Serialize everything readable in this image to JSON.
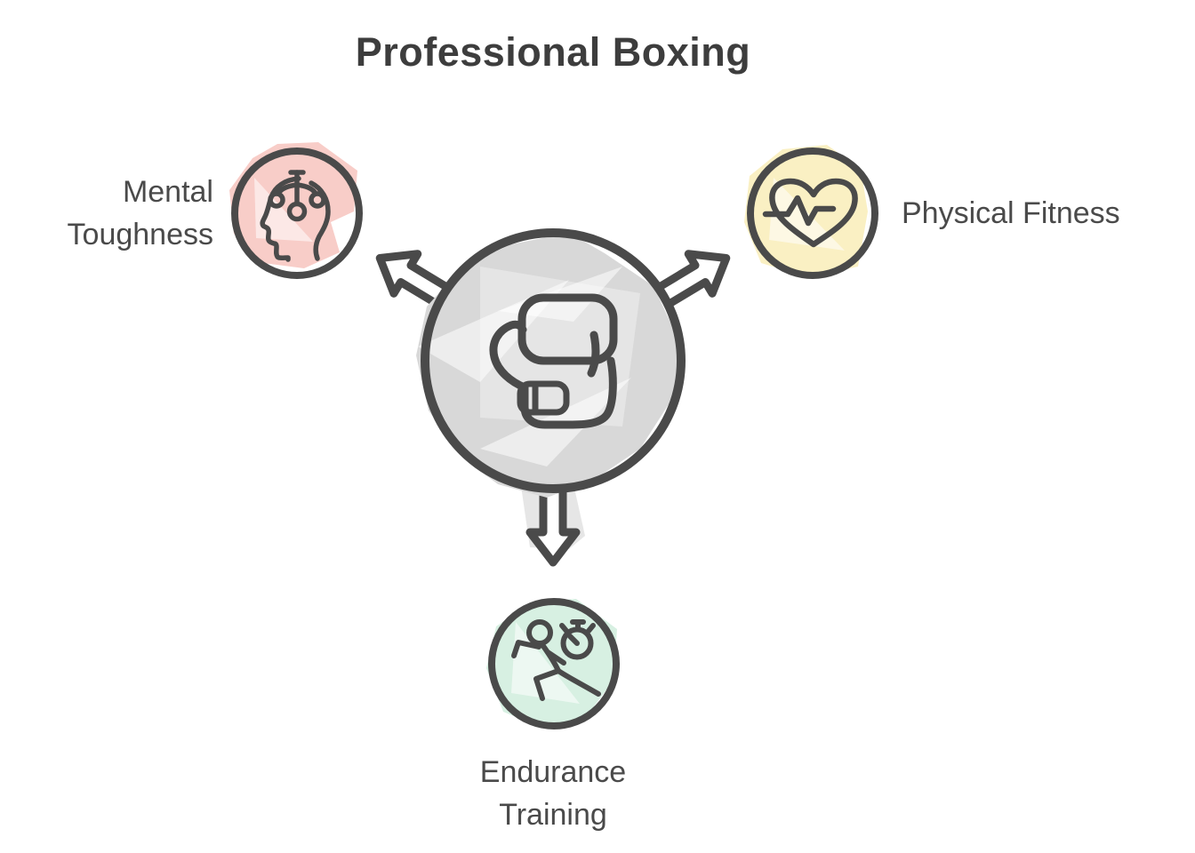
{
  "title": "Professional Boxing",
  "diagram": {
    "center_node": {
      "icon": "boxing-glove-icon",
      "fill": "#d8d8d8"
    },
    "nodes": [
      {
        "id": "mental-toughness",
        "label": "Mental Toughness",
        "label_lines": [
          "Mental",
          "Toughness"
        ],
        "icon": "mind-icon",
        "fill": "#f8cdc8",
        "position": "top-left"
      },
      {
        "id": "physical-fitness",
        "label": "Physical Fitness",
        "label_lines": [
          "Physical Fitness"
        ],
        "icon": "heart-pulse-icon",
        "fill": "#faf0c3",
        "position": "top-right"
      },
      {
        "id": "endurance-training",
        "label": "Endurance Training",
        "label_lines": [
          "Endurance",
          "Training"
        ],
        "icon": "runner-stopwatch-icon",
        "fill": "#d7f0e2",
        "position": "bottom"
      }
    ],
    "arrows": [
      "top-left",
      "top-right",
      "bottom"
    ]
  },
  "colors": {
    "stroke": "#4a4a4a",
    "title-text": "#3d3d3d",
    "label-text": "#4a4a4a",
    "background": "#ffffff",
    "center-fill": "#d8d8d8",
    "mental-fill": "#f8cdc8",
    "physical-fill": "#faf0c3",
    "endurance-fill": "#d7f0e2",
    "arrow-fill": "#ffffff"
  }
}
